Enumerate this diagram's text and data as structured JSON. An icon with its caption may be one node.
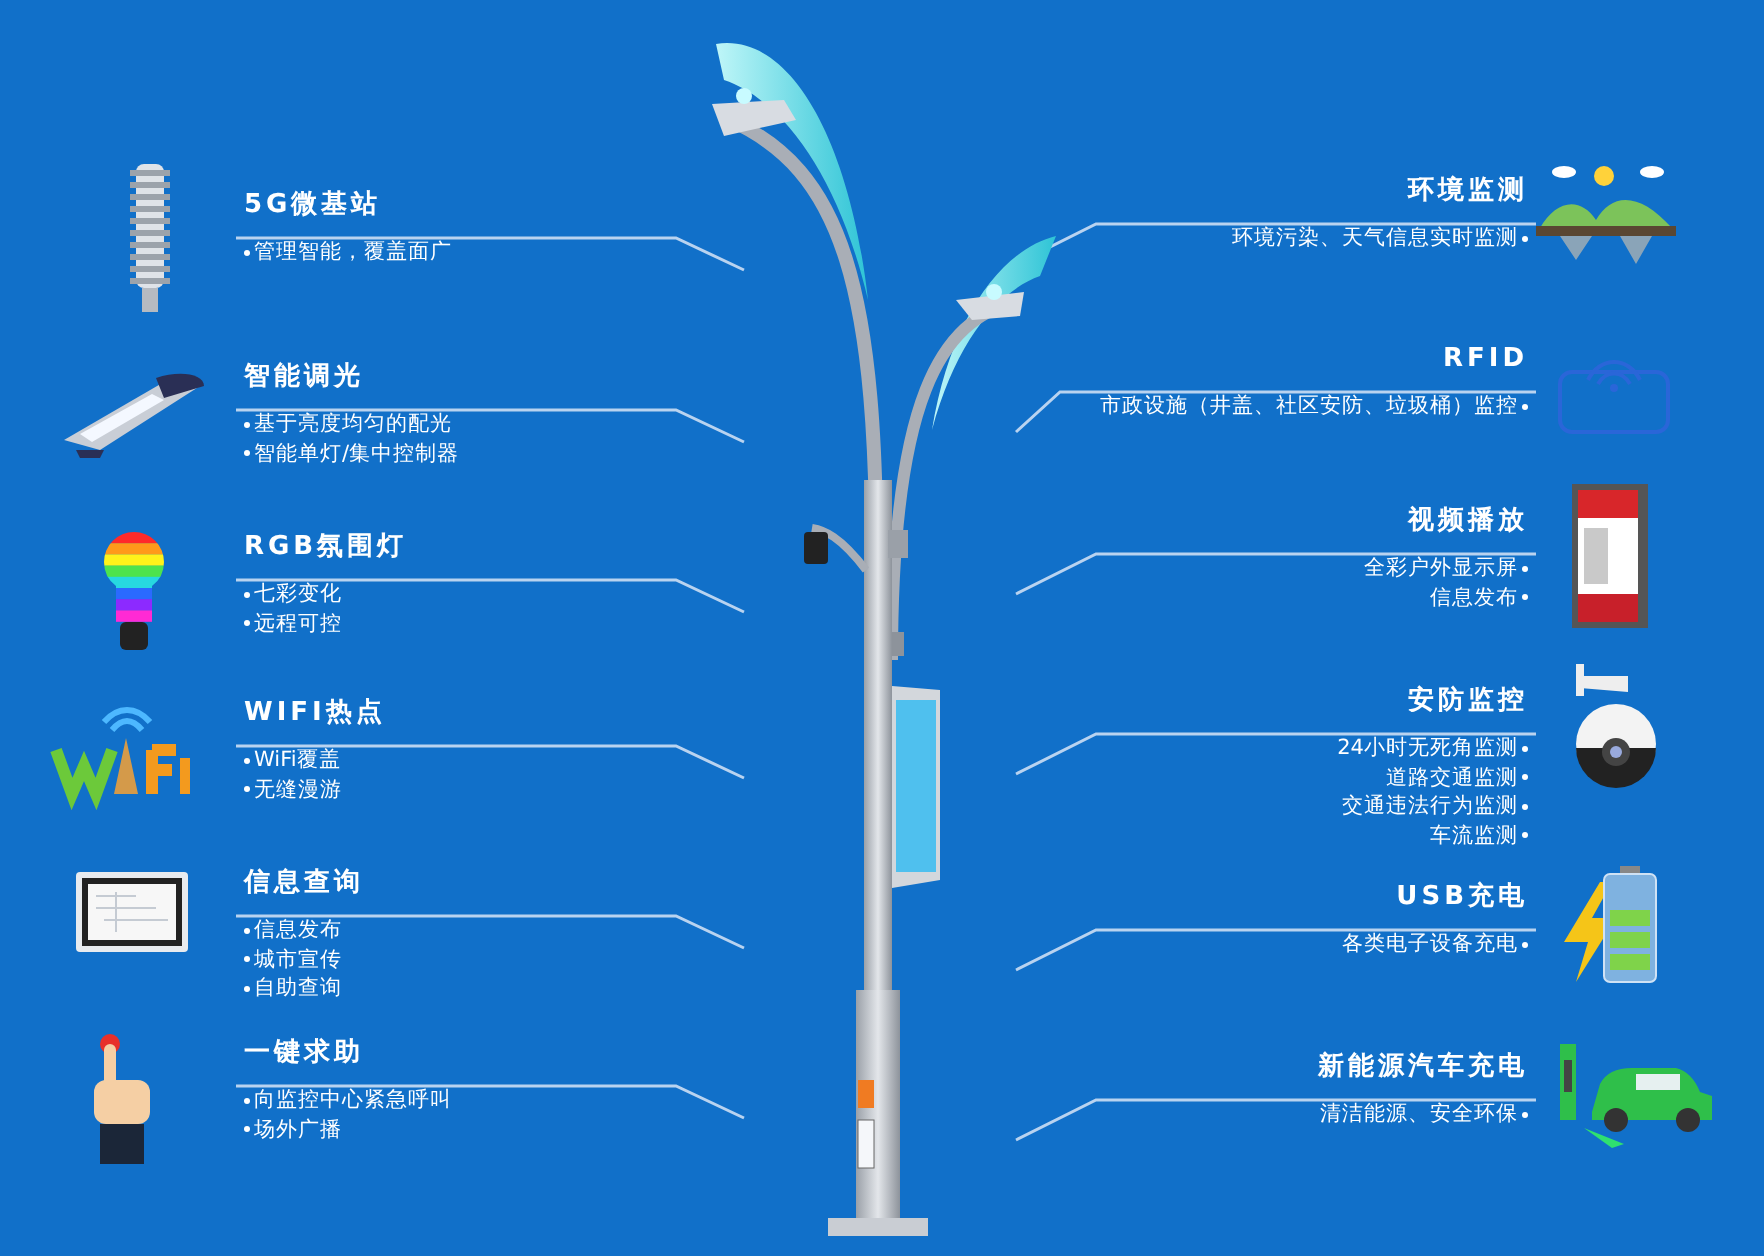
{
  "diagram": {
    "nodes": [
      {
        "text": [
          "5G微基站",
          "管理智能，覆盖面广"
        ]
      },
      {
        "text": [
          "智能调光",
          "基于亮度均匀的配光",
          "智能单灯/集中控制器"
        ]
      },
      {
        "text": [
          "RGB氛围灯",
          "七彩变化",
          "远程可控"
        ]
      },
      {
        "text": [
          "WIFI热点",
          "WiFi覆盖",
          "无缝漫游"
        ]
      },
      {
        "text": [
          "信息查询",
          "信息发布",
          "城市宣传",
          "自助查询"
        ]
      },
      {
        "text": [
          "一键求助",
          "向监控中心紧急呼叫",
          "场外广播"
        ]
      },
      {
        "text": [
          "环境监测",
          "环境污染、天气信息实时监测"
        ]
      },
      {
        "text": [
          "RFID",
          "市政设施（井盖、社区安防、垃圾桶）监控"
        ]
      },
      {
        "text": [
          "视频播放",
          "全彩户外显示屏",
          "信息发布"
        ]
      },
      {
        "text": [
          "安防监控",
          "24小时无死角监测",
          "道路交通监测",
          "交通违法行为监测",
          "车流监测"
        ]
      },
      {
        "text": [
          "USB充电",
          "各类电子设备充电"
        ]
      },
      {
        "text": [
          "新能源汽车充电",
          "清洁能源、安全环保"
        ]
      }
    ],
    "edges": [
      {
        "from": 0,
        "to": null,
        "arrow": "none"
      },
      {
        "from": 1,
        "to": null,
        "arrow": "none"
      },
      {
        "from": 2,
        "to": null,
        "arrow": "none"
      },
      {
        "from": 3,
        "to": null,
        "arrow": "none"
      },
      {
        "from": 4,
        "to": null,
        "arrow": "none"
      },
      {
        "from": 5,
        "to": null,
        "arrow": "none"
      },
      {
        "from": 6,
        "to": null,
        "arrow": "none"
      },
      {
        "from": 7,
        "to": null,
        "arrow": "none"
      },
      {
        "from": 8,
        "to": null,
        "arrow": "none"
      },
      {
        "from": 9,
        "to": null,
        "arrow": "none"
      },
      {
        "from": 10,
        "to": null,
        "arrow": "none"
      },
      {
        "from": 11,
        "to": null,
        "arrow": "none"
      }
    ]
  }
}
